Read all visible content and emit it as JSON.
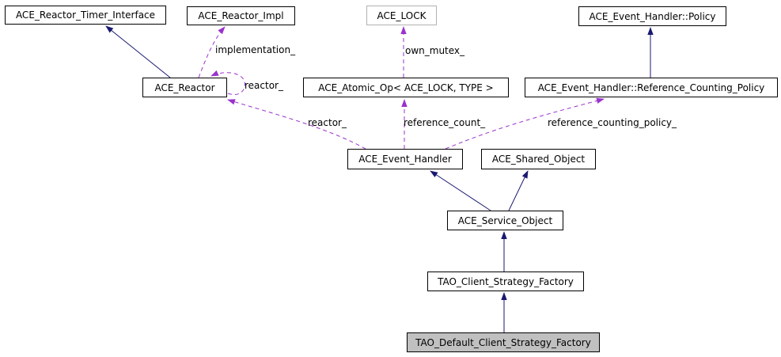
{
  "diagram_type": "doxygen-collaboration-diagram",
  "colors": {
    "inheritance_edge": "#191970",
    "usage_edge": "#9a32cd",
    "node_border": "#000000",
    "node_background": "#ffffff",
    "highlighted_node_background": "#c0c0c0",
    "template_node_border": "#b2b2b2",
    "text": "#000000"
  },
  "nodes": {
    "reactor_timer_interface": {
      "label": "ACE_Reactor_Timer_Interface"
    },
    "reactor_impl": {
      "label": "ACE_Reactor_Impl"
    },
    "lock": {
      "label": "ACE_LOCK"
    },
    "event_handler_policy": {
      "label": "ACE_Event_Handler::Policy"
    },
    "reactor": {
      "label": "ACE_Reactor"
    },
    "atomic_op": {
      "label": "ACE_Atomic_Op< ACE_LOCK, TYPE >"
    },
    "ref_counting_policy": {
      "label": "ACE_Event_Handler::Reference_Counting_Policy"
    },
    "event_handler": {
      "label": "ACE_Event_Handler"
    },
    "shared_object": {
      "label": "ACE_Shared_Object"
    },
    "service_object": {
      "label": "ACE_Service_Object"
    },
    "client_strategy_factory": {
      "label": "TAO_Client_Strategy_Factory"
    },
    "default_client_strategy_factory": {
      "label": "TAO_Default_Client_Strategy_Factory"
    }
  },
  "edge_labels": {
    "implementation": "implementation_",
    "own_mutex": "own_mutex_",
    "reactor_self": "reactor_",
    "reactor_from_event_handler": "reactor_",
    "reference_count": "reference_count_",
    "reference_counting_policy": "reference_counting_policy_"
  }
}
